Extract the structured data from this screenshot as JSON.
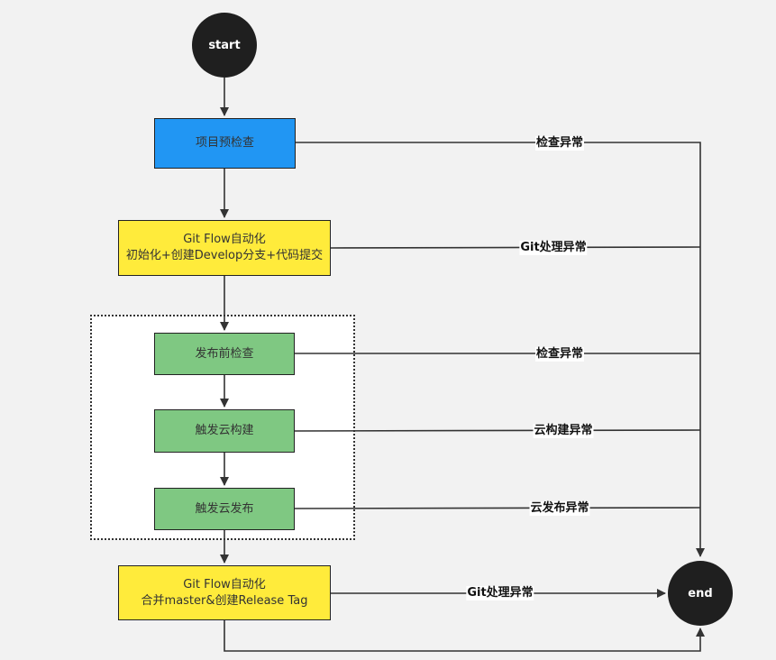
{
  "nodes": {
    "start": "start",
    "end": "end",
    "precheck": "项目预检查",
    "gitflow_init_line1": "Git Flow自动化",
    "gitflow_init_line2": "初始化+创建Develop分支+代码提交",
    "release_check": "发布前检查",
    "cloud_build": "触发云构建",
    "cloud_deploy": "触发云发布",
    "gitflow_merge_line1": "Git Flow自动化",
    "gitflow_merge_line2": "合并master&创建Release Tag"
  },
  "edge_labels": {
    "precheck_error": "检查异常",
    "git_error_1": "Git处理异常",
    "check_error": "检查异常",
    "build_error": "云构建异常",
    "deploy_error": "云发布异常",
    "git_error_2": "Git处理异常"
  },
  "colors": {
    "terminal": "#1f1f1f",
    "precheck": "#2196f3",
    "gitflow": "#ffeb3b",
    "release_steps": "#7fc882",
    "connector": "#333333"
  }
}
